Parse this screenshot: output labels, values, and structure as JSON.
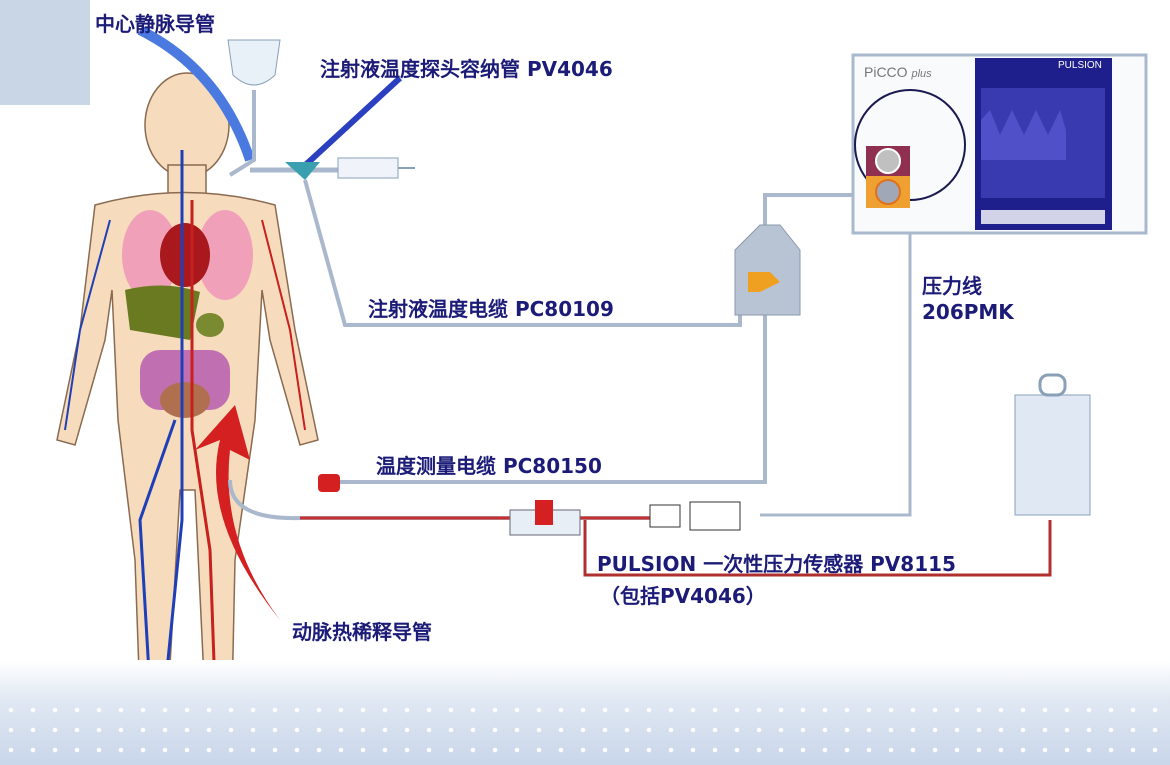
{
  "labels": {
    "central_venous_catheter": "中心静脉导管",
    "injectate_sensor_housing": "注射液温度探头容纳管 PV4046",
    "injectate_temp_cable": "注射液温度电缆 PC80109",
    "pressure_line_1": "压力线",
    "pressure_line_2": "206PMK",
    "temp_measure_cable": "温度测量电缆 PC80150",
    "transducer": "PULSION 一次性压力传感器 PV8115",
    "transducer_note": "（包括PV4046）",
    "arterial_catheter": "动脉热稀释导管"
  },
  "monitor": {
    "name": "PiCCO",
    "name_suffix": "plus",
    "brand": "PULSION"
  },
  "colors": {
    "text": "#1c1c78",
    "skin": "#f6dcbc",
    "vein": "#1f3fb8",
    "artery": "#c8201c",
    "cable": "#a9b8cc",
    "monitor_screen": "#1e1e8c"
  }
}
